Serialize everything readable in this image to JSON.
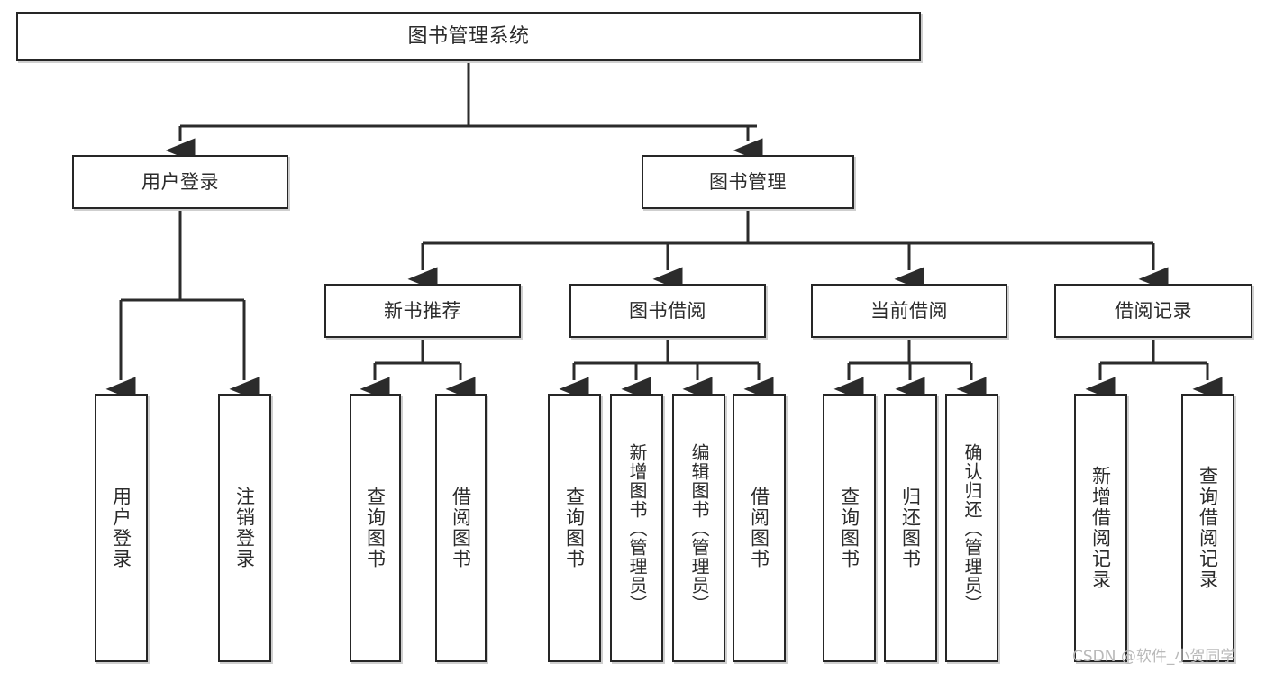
{
  "diagram": {
    "title": "图书管理系统",
    "type": "tree",
    "background_color": "#ffffff",
    "node_border_color": "#262626",
    "node_fill_color": "#ffffff",
    "connector_color": "#2b2b2b",
    "root": {
      "label": "图书管理系统"
    },
    "level2": [
      {
        "label": "用户登录"
      },
      {
        "label": "图书管理"
      }
    ],
    "level3": [
      {
        "label": "新书推荐"
      },
      {
        "label": "图书借阅"
      },
      {
        "label": "当前借阅"
      },
      {
        "label": "借阅记录"
      }
    ],
    "leaves": {
      "user_login": [
        {
          "label": "用户登录"
        },
        {
          "label": "注销登录"
        }
      ],
      "new_book_recommend": [
        {
          "label": "查询图书"
        },
        {
          "label": "借阅图书"
        }
      ],
      "book_borrow": [
        {
          "label": "查询图书"
        },
        {
          "label": "新增图书（管理员）"
        },
        {
          "label": "编辑图书（管理员）"
        },
        {
          "label": "借阅图书"
        }
      ],
      "current_borrow": [
        {
          "label": "查询图书"
        },
        {
          "label": "归还图书"
        },
        {
          "label": "确认归还（管理员）"
        }
      ],
      "borrow_record": [
        {
          "label": "新增借阅记录"
        },
        {
          "label": "查询借阅记录"
        }
      ]
    }
  },
  "watermark": {
    "text": "CSDN @软件_小贺同学"
  }
}
